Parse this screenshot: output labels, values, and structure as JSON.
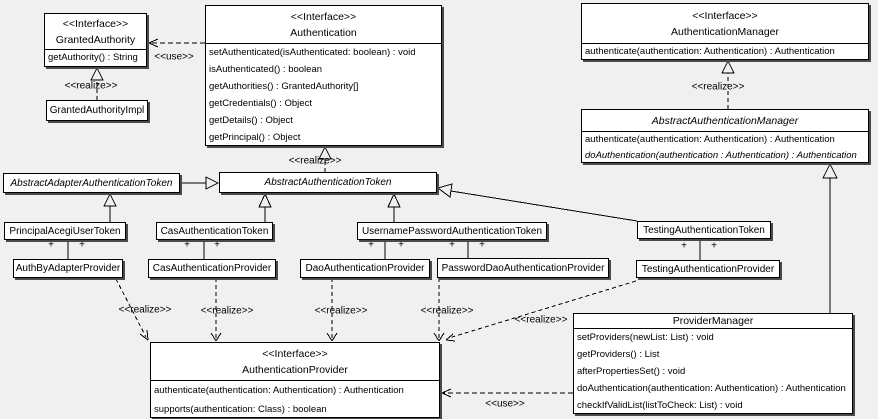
{
  "diagram": {
    "labels": {
      "realize": "<<realize>>",
      "use": "<<use>>",
      "plus": "+"
    },
    "classes": {
      "granted_authority": {
        "stereotype": "<<Interface>>",
        "name": "GrantedAuthority",
        "methods": [
          "getAuthority() : String"
        ]
      },
      "granted_authority_impl": {
        "name": "GrantedAuthorityImpl"
      },
      "authentication": {
        "stereotype": "<<Interface>>",
        "name": "Authentication",
        "methods": [
          "setAuthenticated(isAuthenticated: boolean) : void",
          "isAuthenticated() : boolean",
          "getAuthorities() : GrantedAuthority[]",
          "getCredentials() : Object",
          "getDetails() : Object",
          "getPrincipal() : Object"
        ]
      },
      "authentication_manager": {
        "stereotype": "<<Interface>>",
        "name": "AuthenticationManager",
        "methods": [
          "authenticate(authentication: Authentication) : Authentication"
        ]
      },
      "abstract_authentication_manager": {
        "name": "AbstractAuthenticationManager",
        "methods": [
          "authenticate(authentication: Authentication) : Authentication",
          "doAuthentication(authentication : Authentication) : Authentication"
        ]
      },
      "abstract_adapter_authentication_token": {
        "name": "AbstractAdapterAuthenticationToken"
      },
      "abstract_authentication_token": {
        "name": "AbstractAuthenticationToken"
      },
      "principal_acegi_user_token": {
        "name": "PrincipalAcegiUserToken"
      },
      "cas_authentication_token": {
        "name": "CasAuthenticationToken"
      },
      "username_password_authentication_token": {
        "name": "UsernamePasswordAuthenticationToken"
      },
      "testing_authentication_token": {
        "name": "TestingAuthenticationToken"
      },
      "auth_by_adapter_provider": {
        "name": "AuthByAdapterProvider"
      },
      "cas_authentication_provider": {
        "name": "CasAuthenticationProvider"
      },
      "dao_authentication_provider": {
        "name": "DaoAuthenticationProvider"
      },
      "password_dao_authentication_provider": {
        "name": "PasswordDaoAuthenticationProvider"
      },
      "testing_authentication_provider": {
        "name": "TestingAuthenticationProvider"
      },
      "authentication_provider": {
        "stereotype": "<<Interface>>",
        "name": "AuthenticationProvider",
        "methods": [
          "authenticate(authentication: Authentication) : Authentication",
          "supports(authentication: Class) : boolean"
        ]
      },
      "provider_manager": {
        "name": "ProviderManager",
        "methods": [
          "setProviders(newList: List) : void",
          "getProviders() : List",
          "afterPropertiesSet() : void",
          "doAuthentication(authentication: Authentication) : Authentication",
          "checkIfValidList(listToCheck: List) : void"
        ]
      }
    },
    "colors": {
      "background": "#f0f0f0",
      "box_fill": "#ffffff",
      "line": "#000000",
      "shadow": "#4a4a4a"
    }
  }
}
